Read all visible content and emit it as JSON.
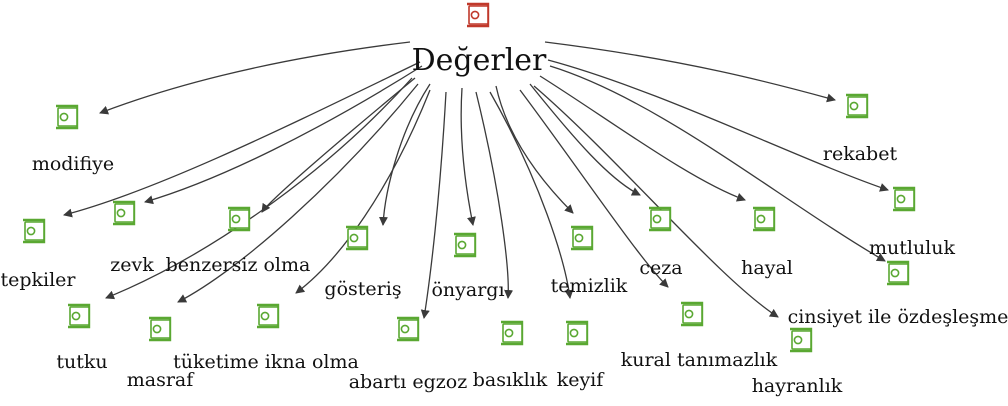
{
  "diagram": {
    "root": {
      "id": "root",
      "label": "Değerler",
      "color": "#c0392b"
    },
    "node_color": "#5aa832",
    "edge_color": "#3a3a3a",
    "children": [
      {
        "id": "modifiye",
        "label": "modifiye"
      },
      {
        "id": "rekabet",
        "label": "rekabet"
      },
      {
        "id": "tepkiler",
        "label": "tepkiler"
      },
      {
        "id": "zevk",
        "label": "zevk"
      },
      {
        "id": "benzersiz",
        "label": "benzersiz olma"
      },
      {
        "id": "gosteris",
        "label": "gösteriş"
      },
      {
        "id": "onyargi",
        "label": "önyargı"
      },
      {
        "id": "temizlik",
        "label": "temizlik"
      },
      {
        "id": "ceza",
        "label": "ceza"
      },
      {
        "id": "hayal",
        "label": "hayal"
      },
      {
        "id": "mutluluk",
        "label": "mutluluk"
      },
      {
        "id": "cinsiyet",
        "label": "cinsiyet ile özdeşleşme"
      },
      {
        "id": "tutku",
        "label": "tutku"
      },
      {
        "id": "masraf",
        "label": "masraf"
      },
      {
        "id": "tuketime",
        "label": "tüketime ikna olma"
      },
      {
        "id": "abarti",
        "label": "abartı egzoz"
      },
      {
        "id": "basiklik",
        "label": "basıklık"
      },
      {
        "id": "keyif",
        "label": "keyif"
      },
      {
        "id": "kural",
        "label": "kural tanımazlık"
      },
      {
        "id": "hayranlik",
        "label": "hayranlık"
      }
    ]
  }
}
